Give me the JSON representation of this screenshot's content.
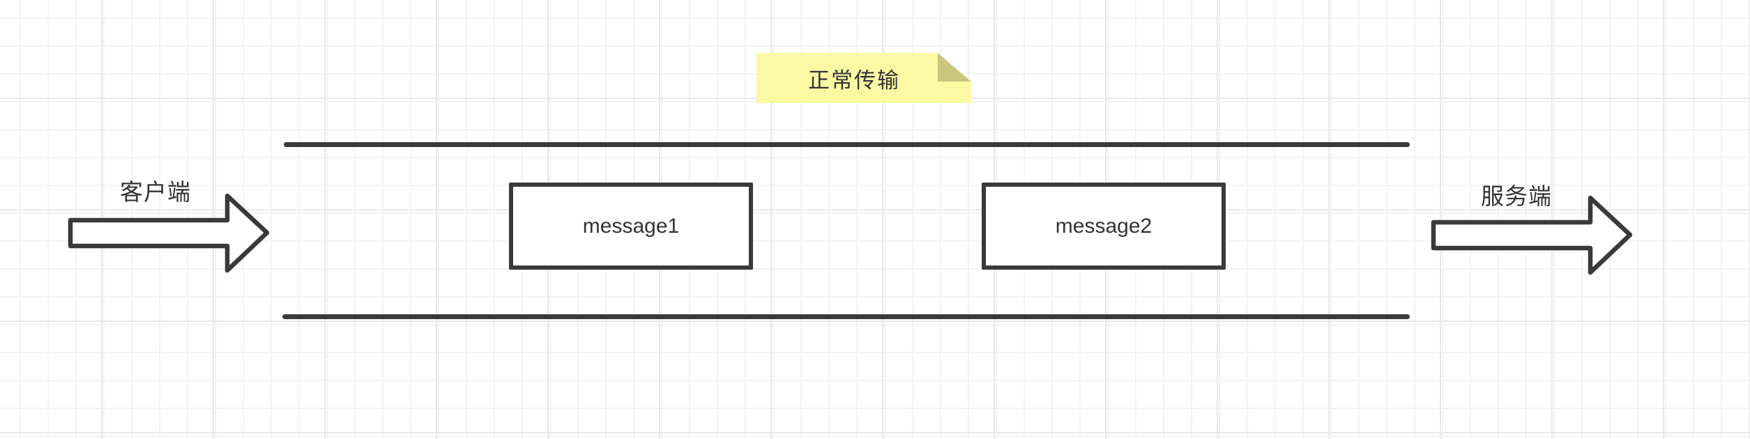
{
  "diagram": {
    "note": {
      "label": "正常传输",
      "fill_color": "#fbf9a3",
      "fold_color": "#c9c77c"
    },
    "client_arrow": {
      "label": "客户端",
      "direction": "right"
    },
    "server_arrow": {
      "label": "服务端",
      "direction": "right"
    },
    "messages": [
      {
        "label": "message1"
      },
      {
        "label": "message2"
      }
    ],
    "colors": {
      "stroke": "#3a3a3a",
      "text": "#333333",
      "background": "#ffffff",
      "grid_minor": "#f3f3f3",
      "grid_major": "#e9e9e9"
    }
  }
}
